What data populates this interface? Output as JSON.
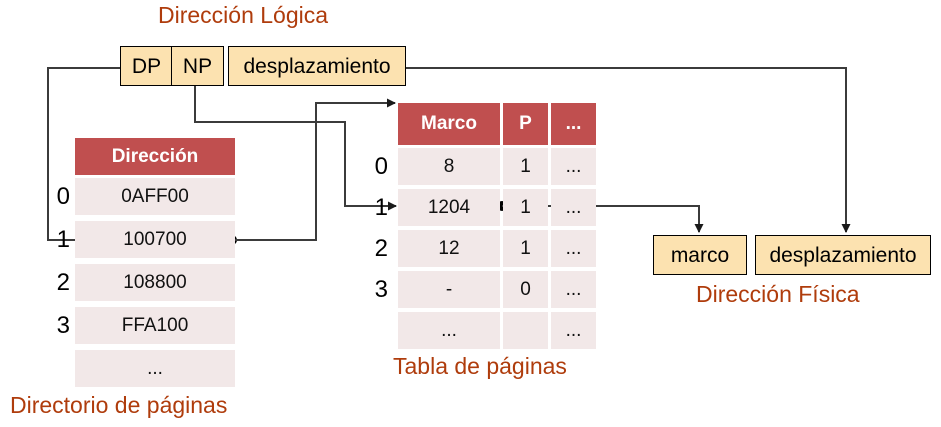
{
  "titles": {
    "logical_address": "Dirección Lógica",
    "physical_address": "Dirección Física",
    "page_directory": "Directorio de páginas",
    "page_table": "Tabla de páginas"
  },
  "logical_address_fields": {
    "dp": "DP",
    "np": "NP",
    "offset": "desplazamiento"
  },
  "physical_address_fields": {
    "frame": "marco",
    "offset": "desplazamiento"
  },
  "page_directory": {
    "header": [
      "Dirección"
    ],
    "row_indices": [
      "0",
      "1",
      "2",
      "3",
      ""
    ],
    "rows": [
      [
        "0AFF00"
      ],
      [
        "100700"
      ],
      [
        "108800"
      ],
      [
        "FFA100"
      ],
      [
        "..."
      ]
    ]
  },
  "page_table": {
    "header": [
      "Marco",
      "P",
      "..."
    ],
    "row_indices": [
      "0",
      "1",
      "2",
      "3",
      ""
    ],
    "rows": [
      [
        "8",
        "1",
        "..."
      ],
      [
        "1204",
        "1",
        "..."
      ],
      [
        "12",
        "1",
        "..."
      ],
      [
        "-",
        "0",
        "..."
      ],
      [
        "...",
        "",
        "..."
      ]
    ]
  },
  "colors": {
    "caption": "#AF3C0C",
    "table_header": "#C04F4F",
    "table_cell": "#F2E8E8",
    "box_fill": "#FCE2B0",
    "wire": "#3b3b3b"
  }
}
